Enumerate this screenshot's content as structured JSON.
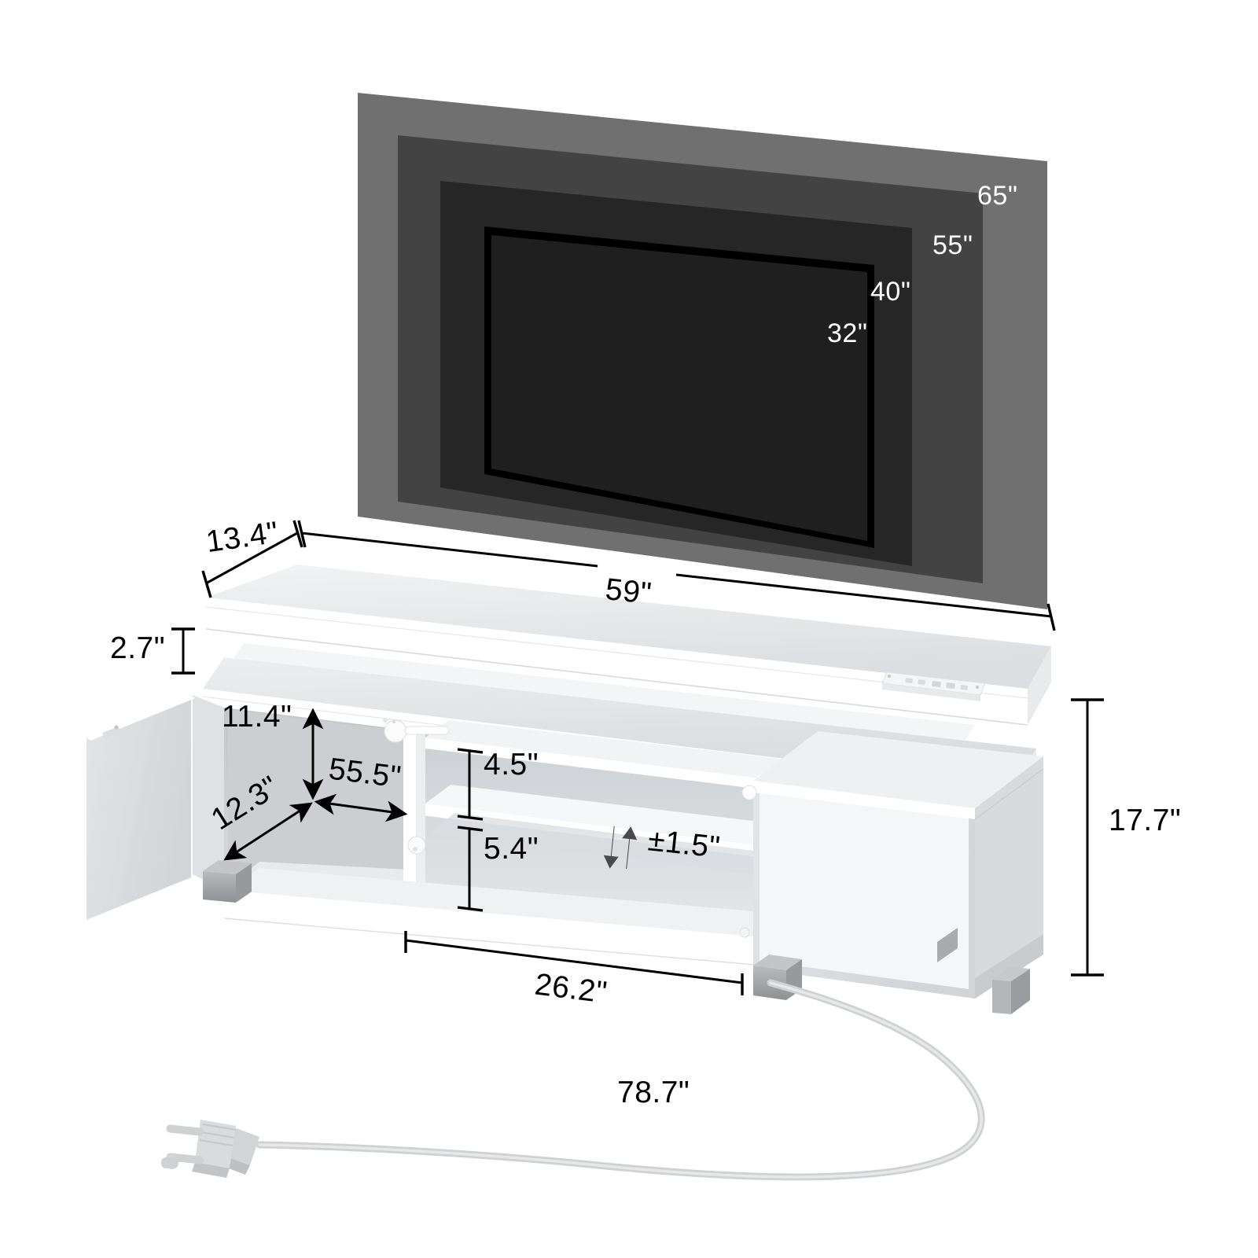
{
  "diagram": {
    "title": "TV Stand Dimension Diagram",
    "units": "inches",
    "background_color": "#ffffff"
  },
  "tv_compatibility": {
    "panels": [
      {
        "size_label": "65\"",
        "color": "#707070",
        "name": "tv-panel-65"
      },
      {
        "size_label": "55\"",
        "color": "#434343",
        "name": "tv-panel-55"
      },
      {
        "size_label": "40\"",
        "color": "#262626",
        "name": "tv-panel-40"
      },
      {
        "size_label": "32\"",
        "color": "#1f1f1f",
        "name": "tv-panel-32"
      }
    ]
  },
  "dimensions": {
    "depth_top": "13.4\"",
    "width_top": "59\"",
    "shelf_gap": "2.7\"",
    "cabinet_interior_height": "11.4\"",
    "cabinet_interior_depth": "12.3\"",
    "interior_width": "55.5\"",
    "upper_shelf_opening": "4.5\"",
    "lower_shelf_opening": "5.4\"",
    "shelf_adjust": "±1.5\"",
    "overall_height": "17.7\"",
    "cabinet_door_width": "26.2\"",
    "power_cord_length": "78.7\""
  },
  "features": {
    "adjustable_shelf_icon": "up-down-arrow-icon",
    "power_strip": "power-outlet-strip",
    "plug": "three-prong-plug",
    "left_door": "open-cabinet-door",
    "right_door": "closed-cabinet-door",
    "feet": "metal-feet"
  },
  "colors": {
    "furniture_white": "#ffffff",
    "furniture_top_face": "#e8e9eb",
    "furniture_side_shade": "#d4d6d9",
    "interior_shade": "#c9ccd0",
    "foot_metal": "#a6a8ab",
    "cord_grey": "#cccecf",
    "line_black": "#000000",
    "icon_grey": "#4a4a4a"
  }
}
